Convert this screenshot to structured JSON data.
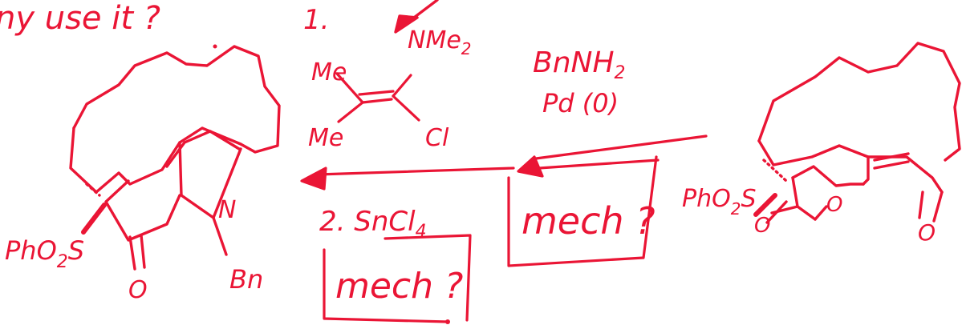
{
  "colors": {
    "ink": "#ea1535",
    "paper": "#ffffff"
  },
  "header_fragment": "ny use it ?",
  "step1": {
    "number": "1.",
    "reagent_me_top": "Me",
    "reagent_nme2": "NMe",
    "reagent_nme2_sub": "2",
    "reagent_me_bottom": "Me",
    "reagent_cl": "Cl"
  },
  "step2": {
    "label": "2. SnCl",
    "label_sub": "4"
  },
  "amine_step": {
    "line1": "BnNH",
    "line1_sub": "2",
    "line2": "Pd (0)"
  },
  "mech_box_right": "mech ?",
  "mech_box_left": "mech ?",
  "product": {
    "sulfone": "PhO",
    "sulfone_sub": "2",
    "sulfone_s": "S",
    "carbonyl_o": "O",
    "nitrogen": "N",
    "benzyl": "Bn"
  },
  "start_material": {
    "sulfone": "PhO",
    "sulfone_sub": "2",
    "sulfone_s": "S",
    "lactone_o_left": "O",
    "lactone_o_ring": "O",
    "ketone_o": "O"
  }
}
